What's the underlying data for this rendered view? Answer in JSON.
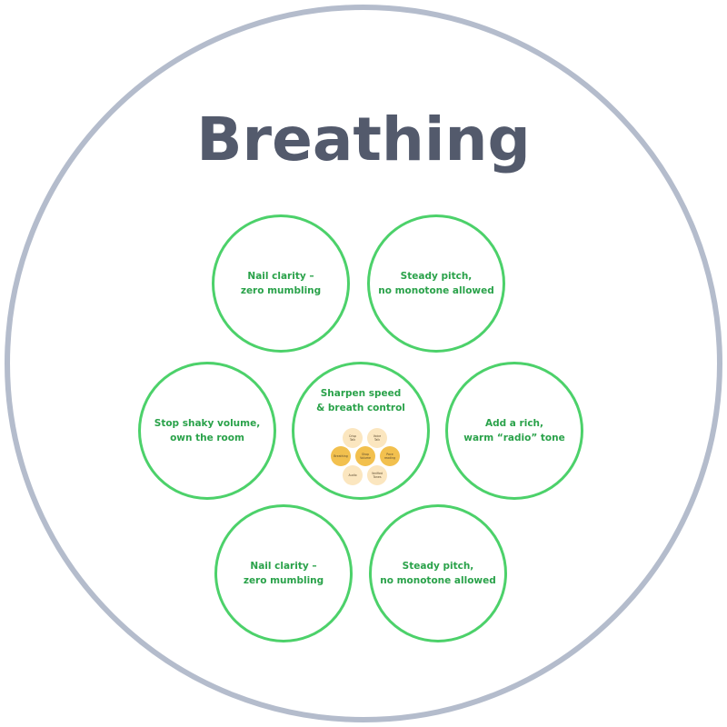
{
  "title": "Breathing",
  "nodes": {
    "top_left": "Nail clarity –\nzero mumbling",
    "top_right": "Steady pitch,\nno monotone allowed",
    "mid_left": "Stop shaky volume,\nown the room",
    "center": "Sharpen speed\n& breath control",
    "mid_right": "Add a rich,\nwarm “radio” tone",
    "bottom_left": "Nail clarity –\nzero mumbling",
    "bottom_right": "Steady pitch,\nno monotone allowed"
  },
  "mini_nodes": {
    "top_left": "Crisp\nTalk",
    "top_right": "Voice\nTalk",
    "mid_left": "Breathing",
    "center": "Shop\nVolume",
    "mid_right": "Pace\nreading",
    "bottom_left": "Audio",
    "bottom_right": "Verified\nTones"
  },
  "colors": {
    "ring": "#b4bccc",
    "title": "#535a6c",
    "node_border": "#4cd16a",
    "node_text": "#2aa24a",
    "mini_light": "#fbe6bf",
    "mini_dark": "#f2c04e"
  }
}
